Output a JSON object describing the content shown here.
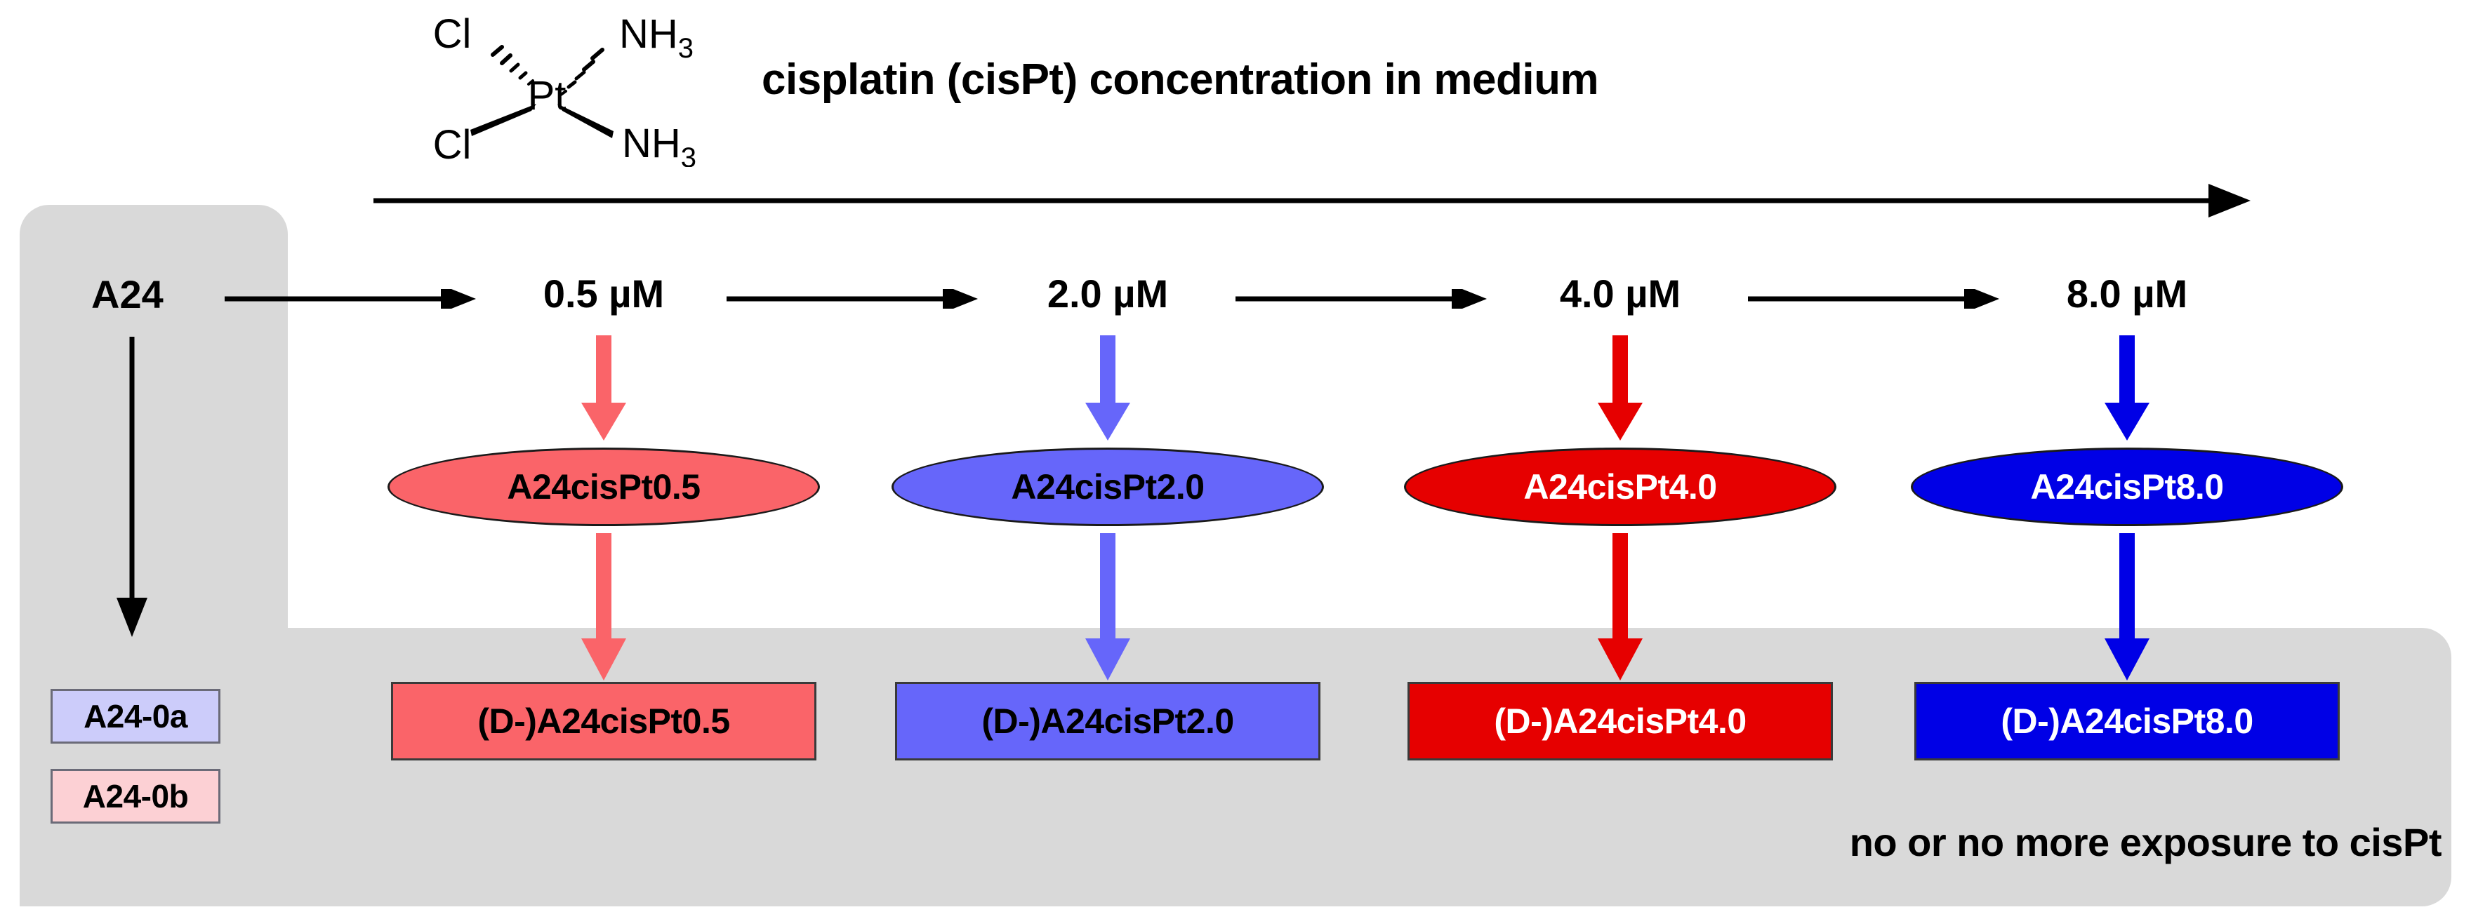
{
  "diagram": {
    "title": "cisplatin (cisPt) concentration in medium",
    "caption": "no or no more exposure to cisPt",
    "parent_line": "A24",
    "axis_arrow_name": "increasing-concentration-arrow"
  },
  "molecule": {
    "name": "cisplatin",
    "center_atom": "Pt",
    "ligand_top_left": "Cl",
    "ligand_bottom_left": "Cl",
    "ligand_top_right_base": "NH",
    "ligand_top_right_sub": "3",
    "ligand_bottom_right_base": "NH",
    "ligand_bottom_right_sub": "3"
  },
  "concentrations": [
    {
      "label": "0.5 µM"
    },
    {
      "label": "2.0 µM"
    },
    {
      "label": "4.0 µM"
    },
    {
      "label": "8.0 µM"
    }
  ],
  "sublines": [
    {
      "ellipse_label": "A24cisPt0.5",
      "rect_label": "(D-)A24cisPt0.5",
      "fill": "#fa6469",
      "text_color": "#000000",
      "arrow_color": "#fa6469"
    },
    {
      "ellipse_label": "A24cisPt2.0",
      "rect_label": "(D-)A24cisPt2.0",
      "fill": "#6666fa",
      "text_color": "#000000",
      "arrow_color": "#6666fa"
    },
    {
      "ellipse_label": "A24cisPt4.0",
      "rect_label": "(D-)A24cisPt4.0",
      "fill": "#e60000",
      "text_color": "#ffffff",
      "arrow_color": "#e60000"
    },
    {
      "ellipse_label": "A24cisPt8.0",
      "rect_label": "(D-)A24cisPt8.0",
      "fill": "#0000e6",
      "text_color": "#ffffff",
      "arrow_color": "#0000e6"
    }
  ],
  "control_boxes": [
    {
      "label": "A24-0a",
      "fill": "#ccccfa"
    },
    {
      "label": "A24-0b",
      "fill": "#fcd0d4"
    }
  ],
  "colors": {
    "panel_gray": "#d9d9d9",
    "page_background": "#ffffff",
    "stroke_black": "#000000"
  }
}
